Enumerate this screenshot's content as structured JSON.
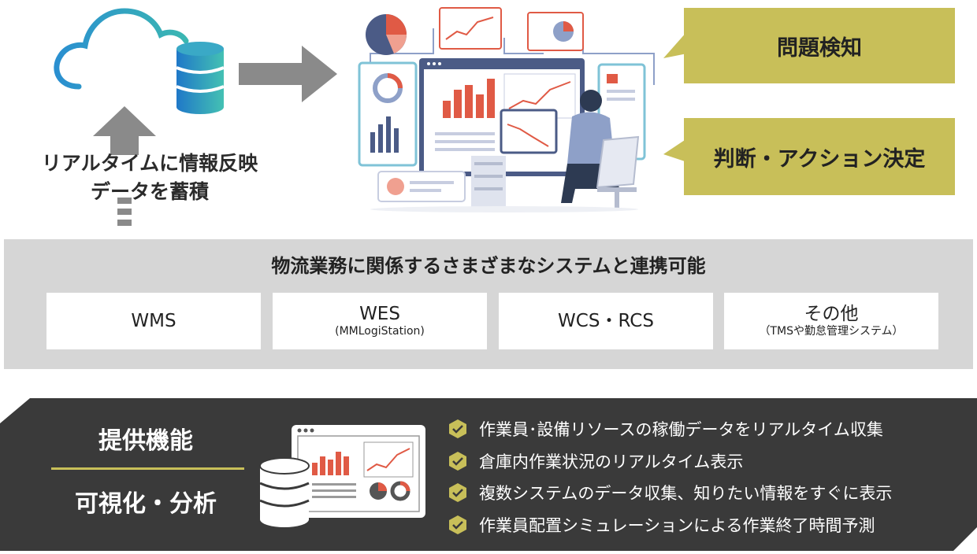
{
  "accumulate": {
    "line1": "リアルタイムに情報反映",
    "line2": "データを蓄積"
  },
  "callouts": {
    "detect": "問題検知",
    "decide": "判断・アクション決定"
  },
  "integration": {
    "title": "物流業務に関係するさまざまなシステムと連携可能",
    "systems": [
      {
        "name": "WMS",
        "sub": ""
      },
      {
        "name": "WES",
        "sub": "(MMLogiStation)"
      },
      {
        "name": "WCS・RCS",
        "sub": ""
      },
      {
        "name": "その他",
        "sub": "（TMSや勤怠管理システム）"
      }
    ]
  },
  "features": {
    "label1": "提供機能",
    "label2": "可視化・分析",
    "items": [
      "作業員･設備リソースの稼働データをリアルタイム収集",
      "倉庫内作業状況のリアルタイム表示",
      "複数システムのデータ収集、知りたい情報をすぐに表示",
      "作業員配置シミュレーションによる作業終了時間予測"
    ]
  },
  "colors": {
    "accent": "#c8bf59",
    "panel": "#3a3a3a",
    "band": "#d6d6d6",
    "arrow": "#8a8a8a",
    "cloud_blue": "#2a8fd0",
    "cloud_teal": "#3bb7b2"
  },
  "icons": [
    "cloud-icon",
    "database-icon",
    "dashboard-illustration",
    "check-icon",
    "monitor-icon"
  ]
}
